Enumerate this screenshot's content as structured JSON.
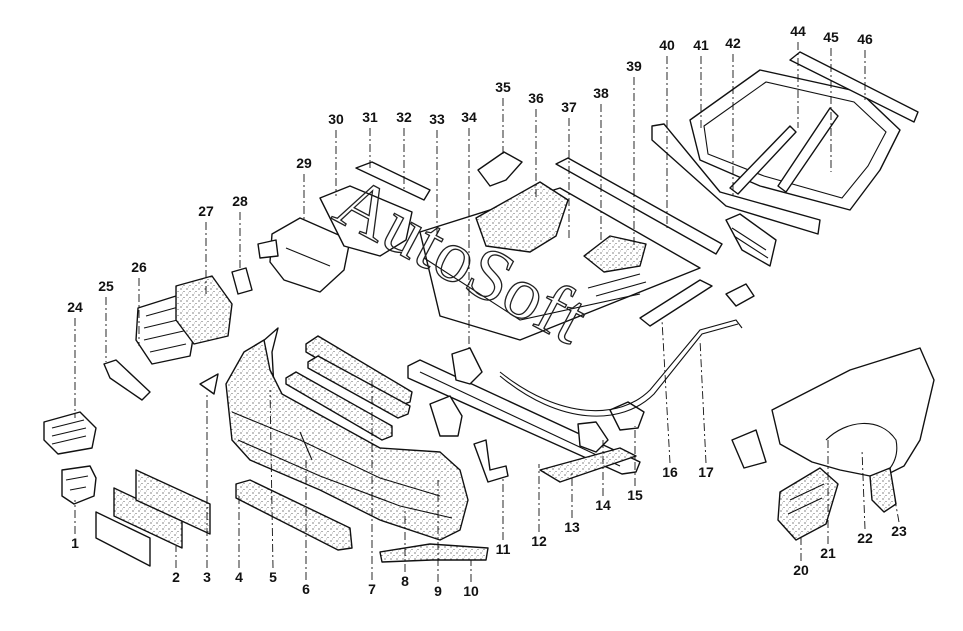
{
  "watermark": "AutoSoft",
  "callouts": [
    {
      "label": "1"
    },
    {
      "label": "2"
    },
    {
      "label": "3"
    },
    {
      "label": "4"
    },
    {
      "label": "5"
    },
    {
      "label": "6"
    },
    {
      "label": "7"
    },
    {
      "label": "8"
    },
    {
      "label": "9"
    },
    {
      "label": "10"
    },
    {
      "label": "11"
    },
    {
      "label": "12"
    },
    {
      "label": "13"
    },
    {
      "label": "14"
    },
    {
      "label": "15"
    },
    {
      "label": "16"
    },
    {
      "label": "17"
    },
    {
      "label": "20"
    },
    {
      "label": "21"
    },
    {
      "label": "22"
    },
    {
      "label": "23"
    },
    {
      "label": "24"
    },
    {
      "label": "25"
    },
    {
      "label": "26"
    },
    {
      "label": "27"
    },
    {
      "label": "28"
    },
    {
      "label": "29"
    },
    {
      "label": "30"
    },
    {
      "label": "31"
    },
    {
      "label": "32"
    },
    {
      "label": "33"
    },
    {
      "label": "34"
    },
    {
      "label": "35"
    },
    {
      "label": "36"
    },
    {
      "label": "37"
    },
    {
      "label": "38"
    },
    {
      "label": "39"
    },
    {
      "label": "40"
    },
    {
      "label": "41"
    },
    {
      "label": "42"
    },
    {
      "label": "44"
    },
    {
      "label": "45"
    },
    {
      "label": "46"
    }
  ]
}
